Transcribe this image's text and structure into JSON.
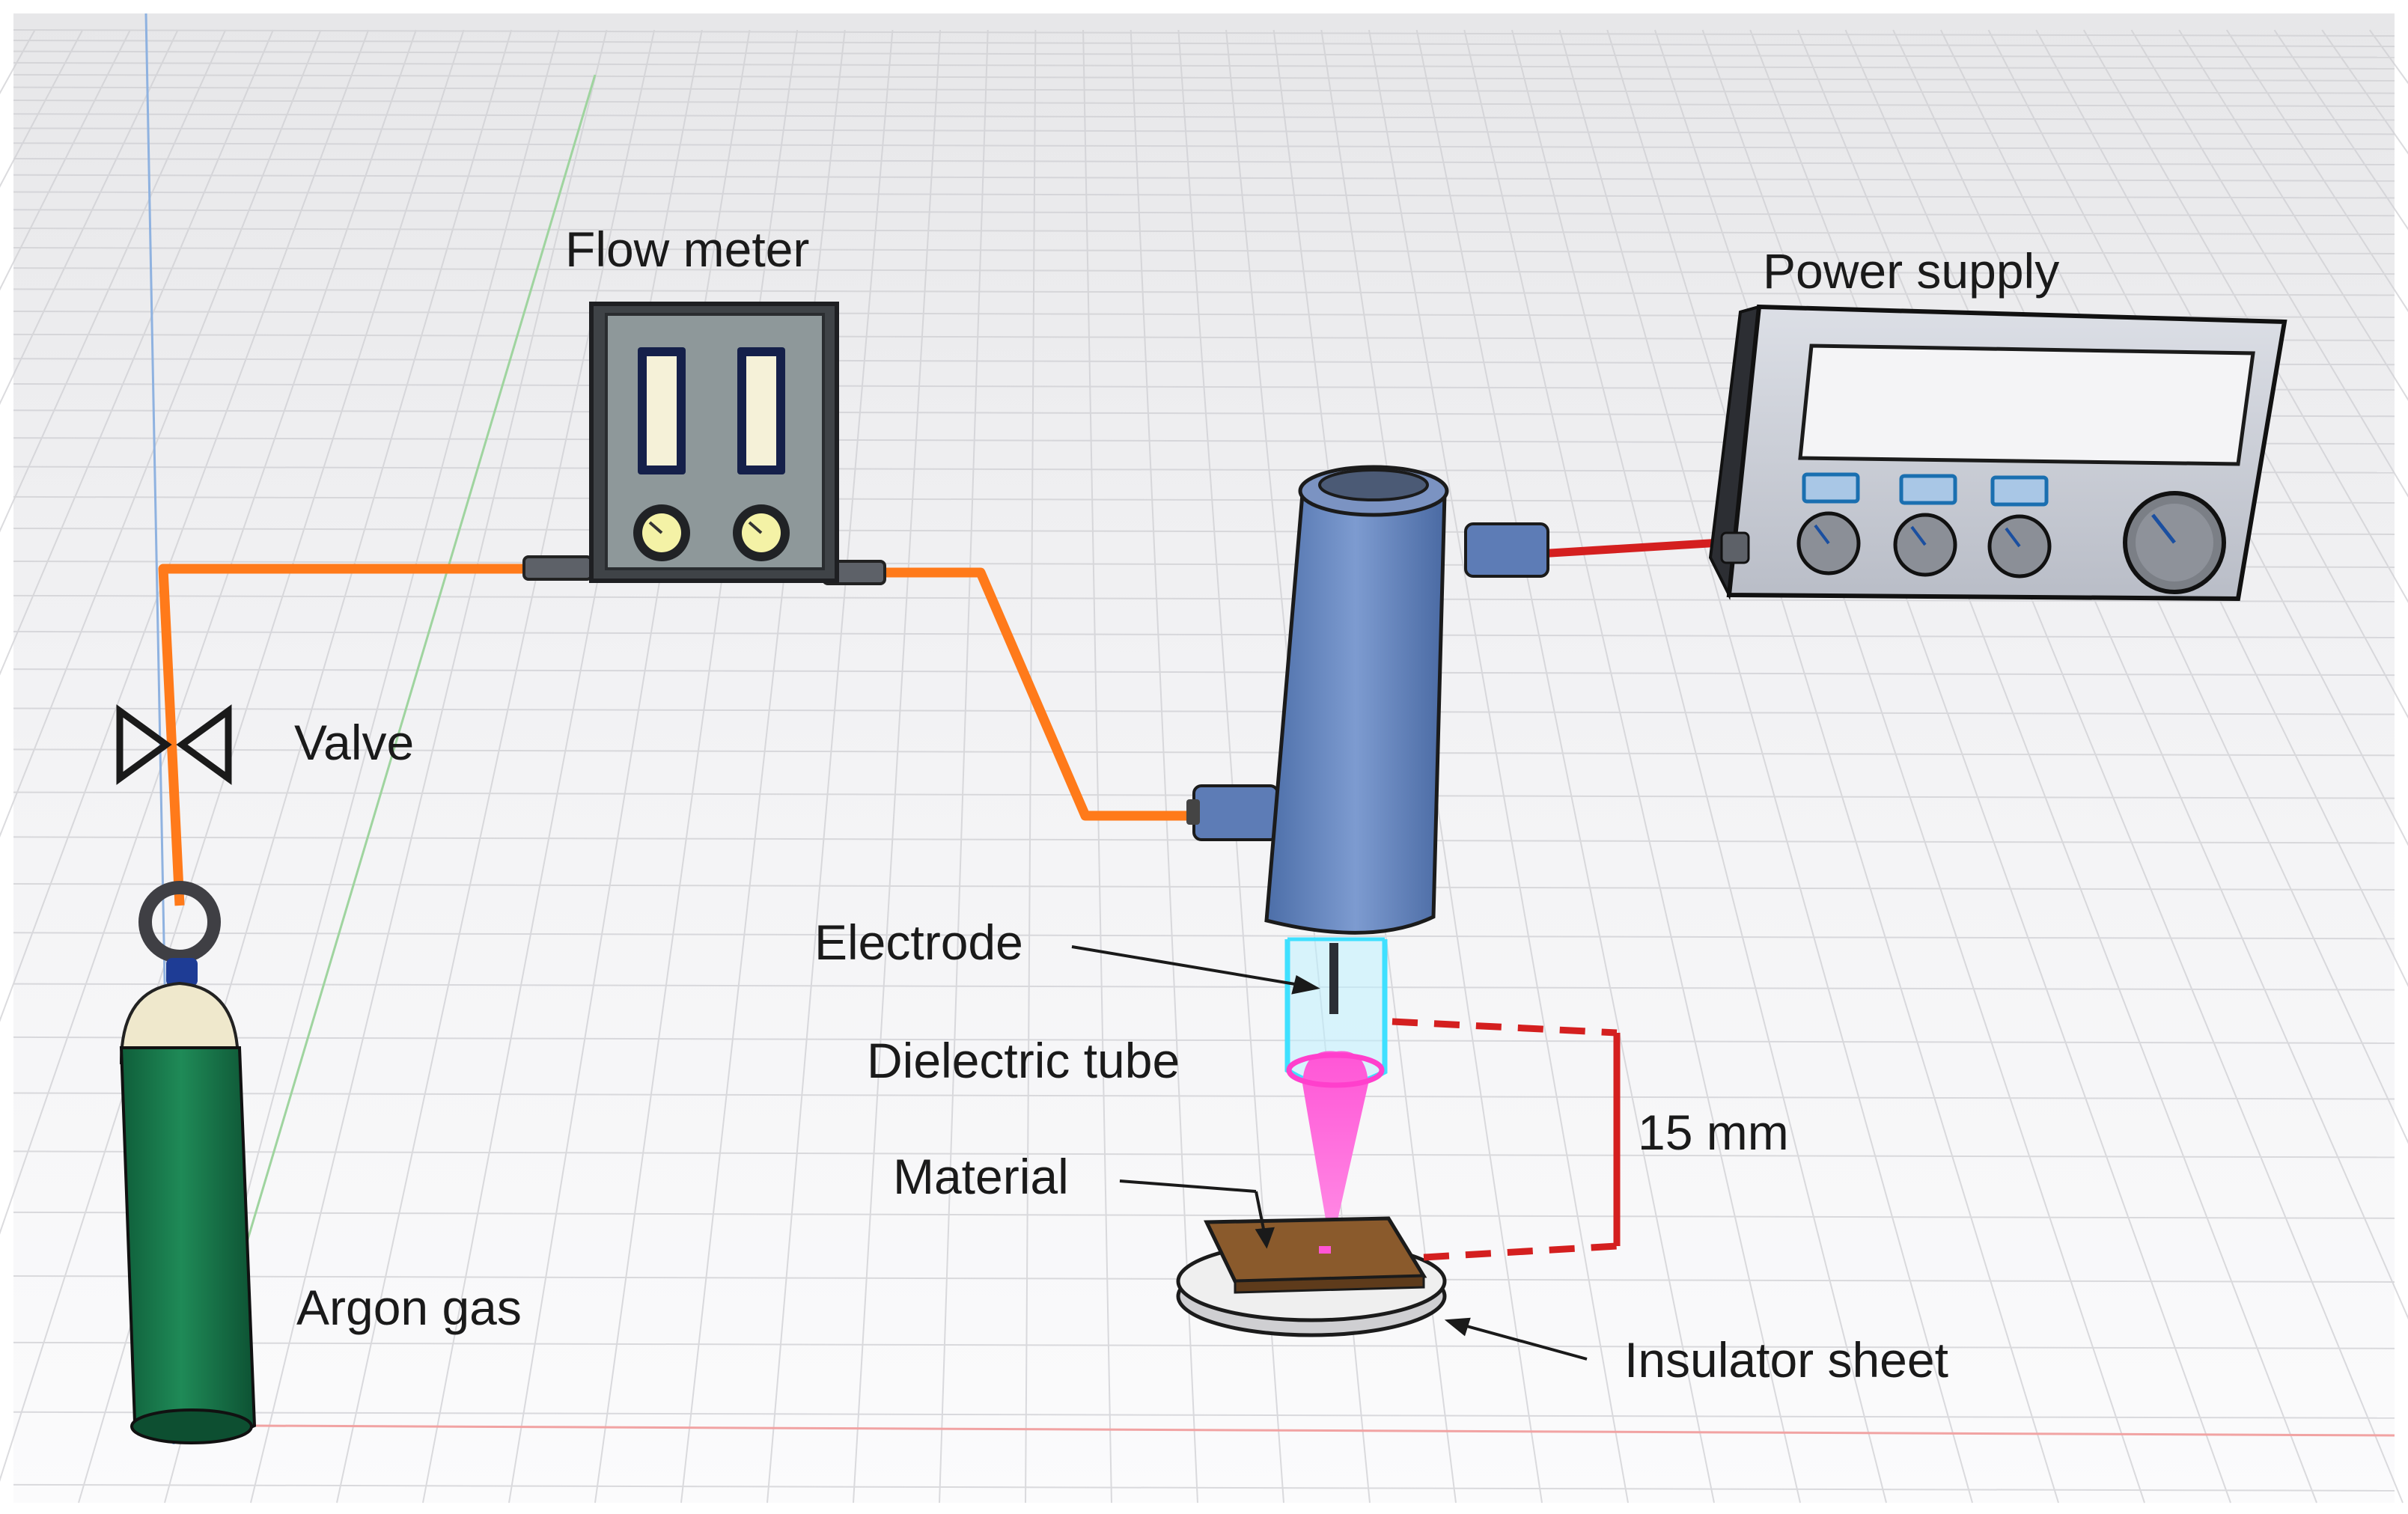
{
  "labels": {
    "flow_meter": "Flow meter",
    "power_supply": "Power supply",
    "valve": "Valve",
    "electrode": "Electrode",
    "dielectric_tube": "Dielectric tube",
    "material": "Material",
    "distance": "15 mm",
    "argon_gas": "Argon gas",
    "insulator_sheet": "Insulator sheet"
  },
  "colors": {
    "gas_line": "#ff7a1a",
    "power_line": "#d41f1f",
    "cylinder_body": "#1a8050",
    "cylinder_cap": "#efe8cc",
    "reactor": "#6f8fc4",
    "dielectric_tube": "#3fe0ff",
    "plasma": "#ff4fd0",
    "material": "#8a5a2c",
    "instrument_panel": "#c9cdd6"
  },
  "icons": [
    "valve-icon",
    "gauge-icon",
    "knob-icon"
  ]
}
